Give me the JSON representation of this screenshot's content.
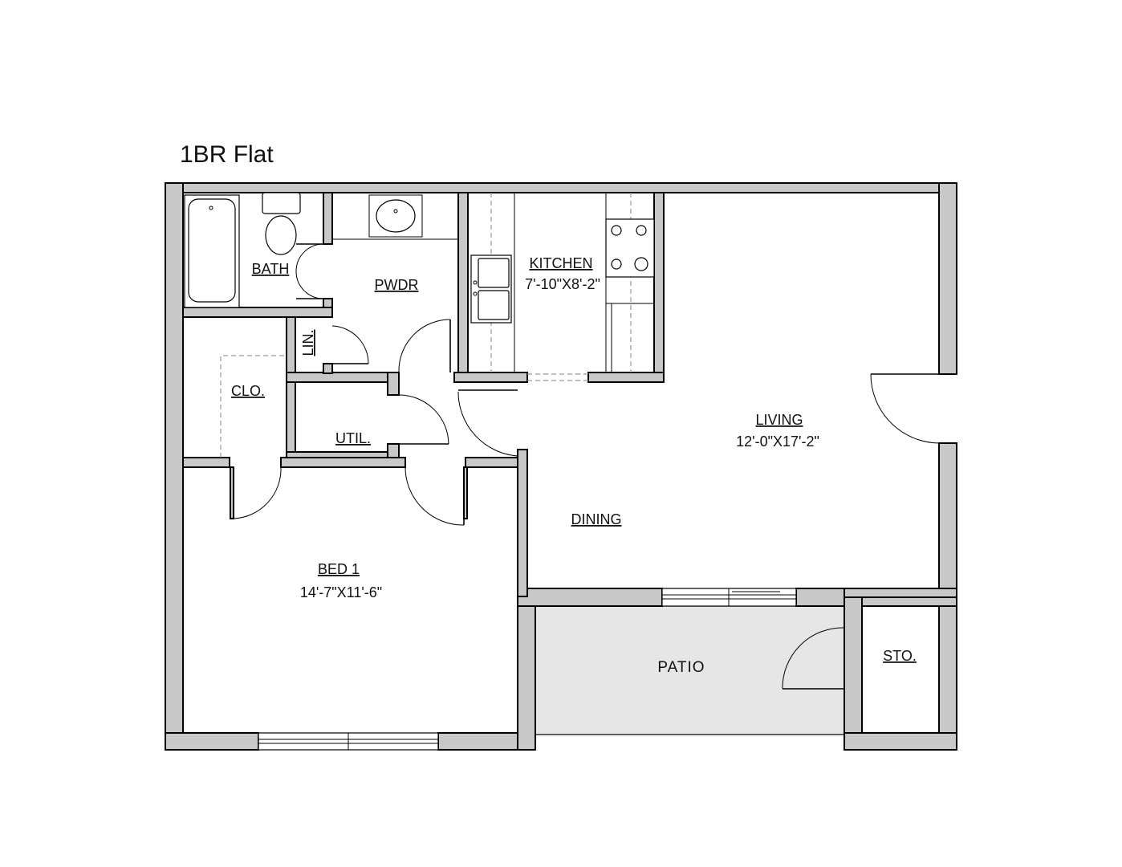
{
  "title": "1BR Flat",
  "rooms": {
    "bath": {
      "label": "BATH"
    },
    "pwdr": {
      "label": "PWDR"
    },
    "kitchen": {
      "label": "KITCHEN",
      "size": "7'-10\"X8'-2\""
    },
    "lin": {
      "label": "LIN."
    },
    "clo": {
      "label": "CLO."
    },
    "util": {
      "label": "UTIL."
    },
    "living": {
      "label": "LIVING",
      "size": "12'-0\"X17'-2\""
    },
    "dining": {
      "label": "DINING"
    },
    "bed1": {
      "label": "BED 1",
      "size": "14'-7\"X11'-6\""
    },
    "patio": {
      "label": "PATIO"
    },
    "sto": {
      "label": "STO."
    }
  },
  "colors": {
    "wall": "#c8c8c8",
    "patio": "#e6e6e6",
    "line": "#000000"
  }
}
